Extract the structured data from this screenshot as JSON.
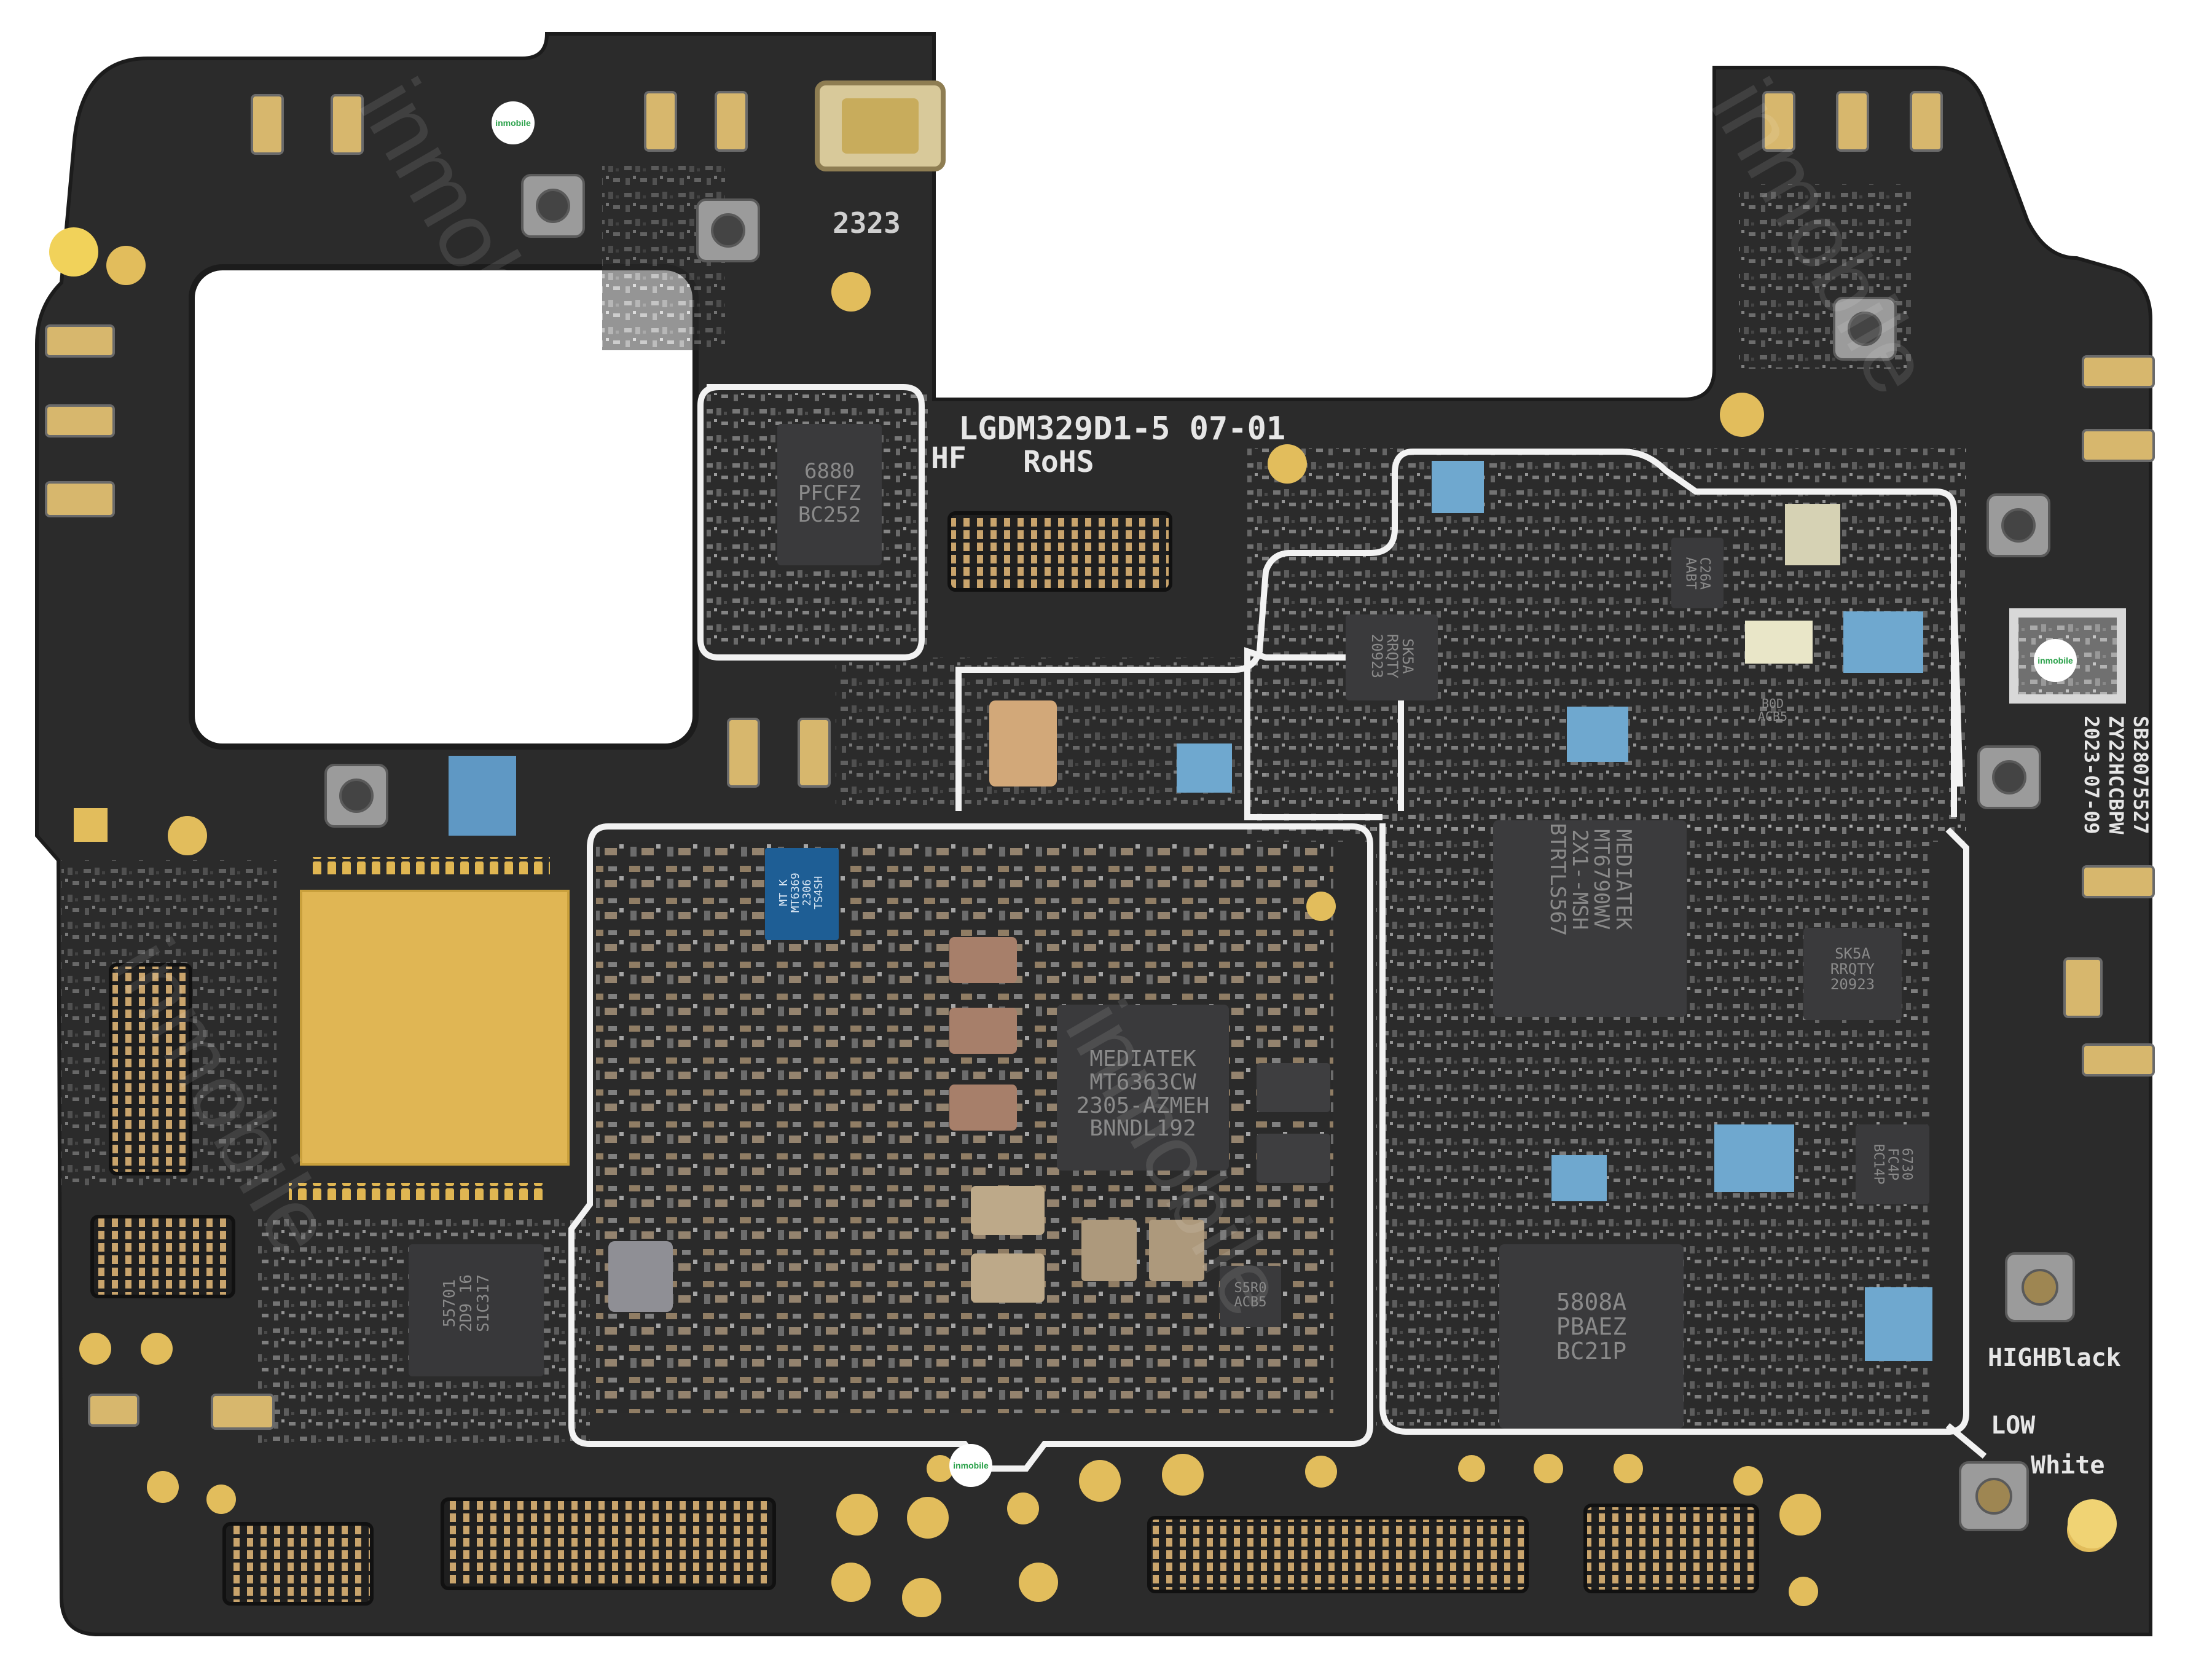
{
  "colors": {
    "pcb": "#2b2b2b",
    "pcb_edge": "#202020",
    "shield_outline": "#f2f2f2",
    "gold": "#e2b44a",
    "chip": "#3a3a3c",
    "chip_text": "#8a8a8a",
    "blue_component": "#6fa8cf",
    "silkscreen": "#e6e6e6",
    "copper_pad": "#c9a16a"
  },
  "icons": [
    "inmobile-logo-icon",
    "coaxial-connector-icon",
    "board-to-board-connector-icon"
  ],
  "silkscreen": {
    "board_id": "LGDM329D1-5 07-01",
    "rohs": "RoHS",
    "hf": "HF",
    "date_code_top": "2323",
    "high_black": "HIGHBlack",
    "low": "LOW",
    "white": "White",
    "serial_1": "SB28075527",
    "serial_2": "ZY22HCCBPW",
    "serial_3": "2023-07-09"
  },
  "chips": {
    "pmic": {
      "line1": "MEDIATEK",
      "line2": "MT6363CW",
      "line3": "2305-AZMEH",
      "line4": "BNNDL192"
    },
    "soc": {
      "line1": "MEDIATEK",
      "line2": "MT6790WV",
      "line3": "2X1--MSH",
      "line4": "BTRTLS567"
    },
    "rf_top": {
      "line1": "6880",
      "line2": "PFCFZ",
      "line3": "BC252"
    },
    "rf_bottom": {
      "line1": "5808A",
      "line2": "PBAEZ",
      "line3": "BC21P"
    },
    "mt_small": {
      "line1": "MT K",
      "line2": "MT6369",
      "line3": "2306",
      "line4": "TS4SH"
    },
    "codec": {
      "line1": "55701",
      "line2": "2D9 16",
      "line3": "S1C317"
    },
    "pa_1": {
      "line1": "SK5A",
      "line2": "RRQTY",
      "line3": "20923"
    },
    "pa_2": {
      "line1": "SK5A",
      "line2": "RRQTY",
      "line3": "20923"
    },
    "small_1": {
      "line1": "C26A",
      "line2": "AABT"
    },
    "small_2": {
      "line1": "S5R0",
      "line2": "ACB5"
    },
    "small_3": {
      "line1": "6730",
      "line2": "FC4P",
      "line3": "BC14P"
    },
    "small_4": {
      "line1": "B0D",
      "line2": "ACB5"
    }
  },
  "watermark": "inmobile",
  "logo_text": "inmobile"
}
